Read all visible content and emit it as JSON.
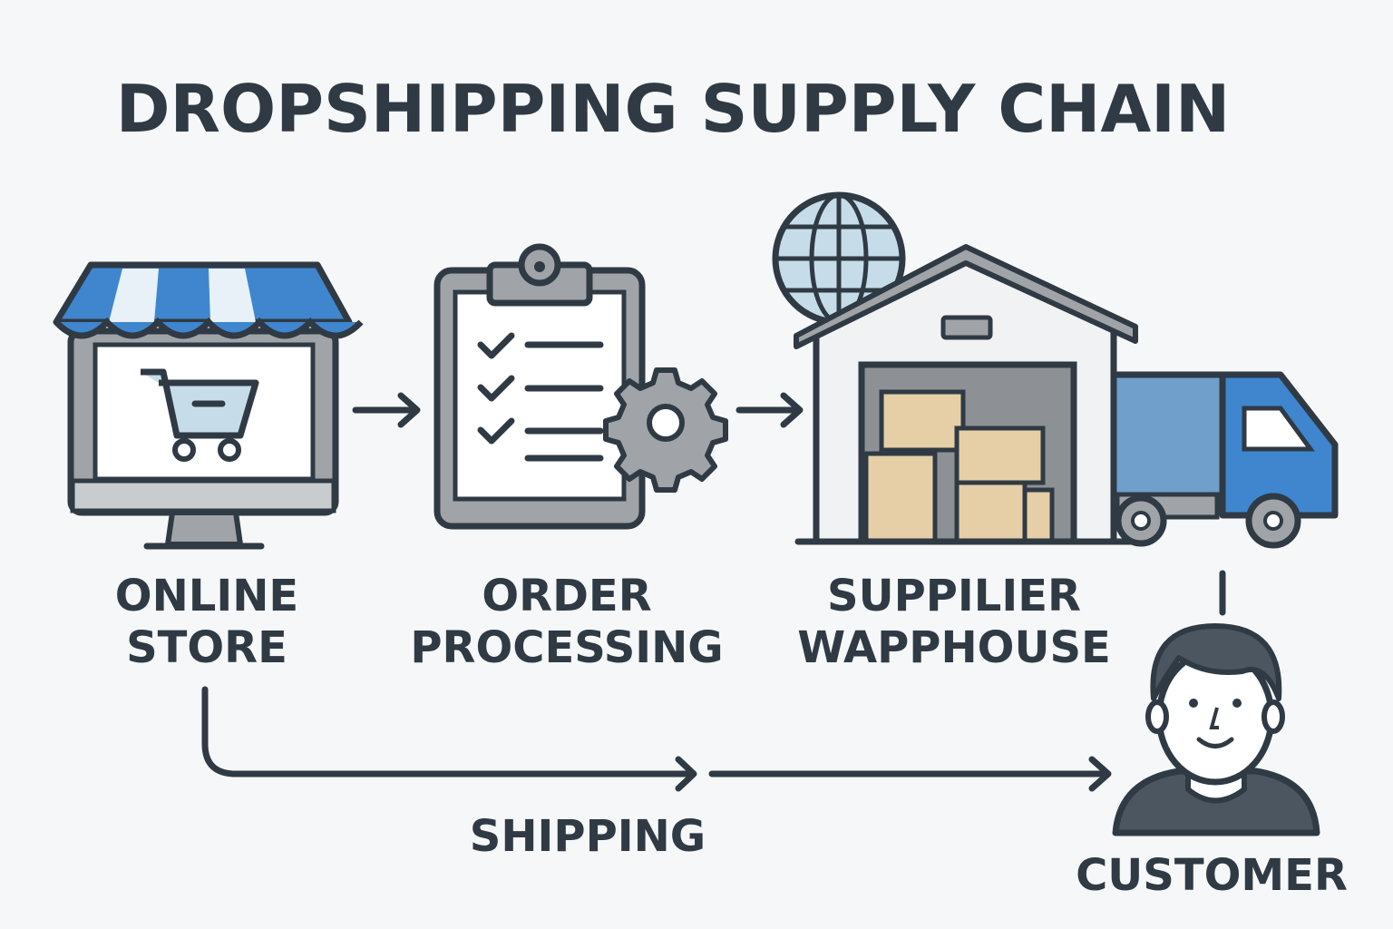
{
  "title": "DROPSHIPPING SUPPLY CHAIN",
  "nodes": {
    "store": {
      "line1": "ONLINE",
      "line2": "STORE",
      "icon": "storefront-monitor-icon"
    },
    "order": {
      "line1": "ORDER",
      "line2": "PROCESSING",
      "icon": "clipboard-gear-icon"
    },
    "warehouse": {
      "line1": "SUPPILIER",
      "line2": "WAPPHOUSE",
      "icon": "warehouse-truck-globe-icon"
    },
    "customer": {
      "label": "CUSTOMER",
      "icon": "person-icon"
    }
  },
  "shipping_label": "SHIPPING",
  "colors": {
    "ink": "#2f3a44",
    "blue": "#3f86cf",
    "light_blue": "#c6dde9",
    "box": "#e6cfa6",
    "gray": "#a0a4a8",
    "background": "#f6f7f8"
  }
}
